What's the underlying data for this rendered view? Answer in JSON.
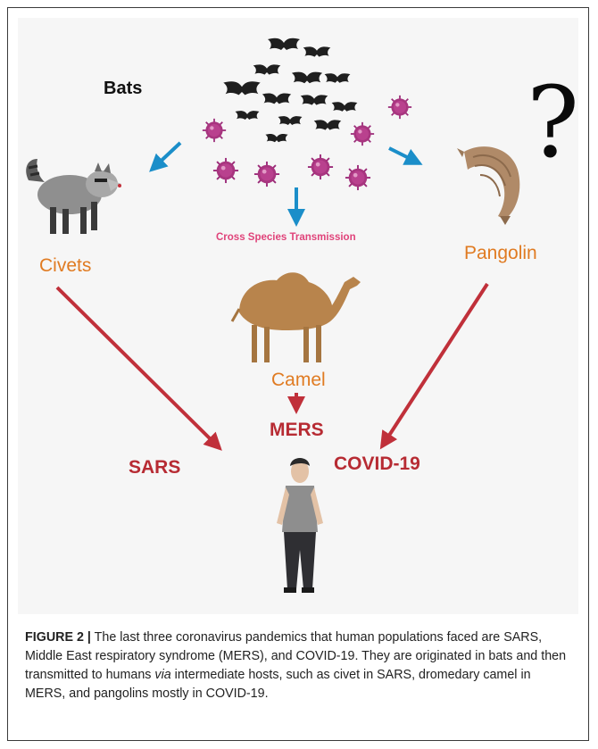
{
  "diagram": {
    "bats_label": "Bats",
    "civets_label": "Civets",
    "pangolin_label": "Pangolin",
    "camel_label": "Camel",
    "cross_species_label": "Cross Species Transmission",
    "mers_label": "MERS",
    "sars_label": "SARS",
    "covid_label": "COVID-19",
    "question_mark": "?",
    "icons": [
      "bat-icon",
      "virus-icon",
      "civet-icon",
      "pangolin-icon",
      "camel-icon",
      "human-icon"
    ],
    "colors": {
      "animal_label": "#e07b22",
      "disease_label": "#b72b33",
      "blue_arrow": "#1b8ec9",
      "red_arrow": "#c0303a",
      "virus": "#9a2a78",
      "cross_species_text": "#e0437a"
    }
  },
  "caption": {
    "figure_label": "FIGURE 2 |",
    "text_part1": " The last three coronavirus pandemics that human populations faced are SARS, Middle East respiratory syndrome (MERS), and COVID-19. They are originated in bats and then transmitted to humans ",
    "text_italic": "via",
    "text_part2": " intermediate hosts, such as civet in SARS, dromedary camel in MERS, and pangolins mostly in COVID-19."
  }
}
